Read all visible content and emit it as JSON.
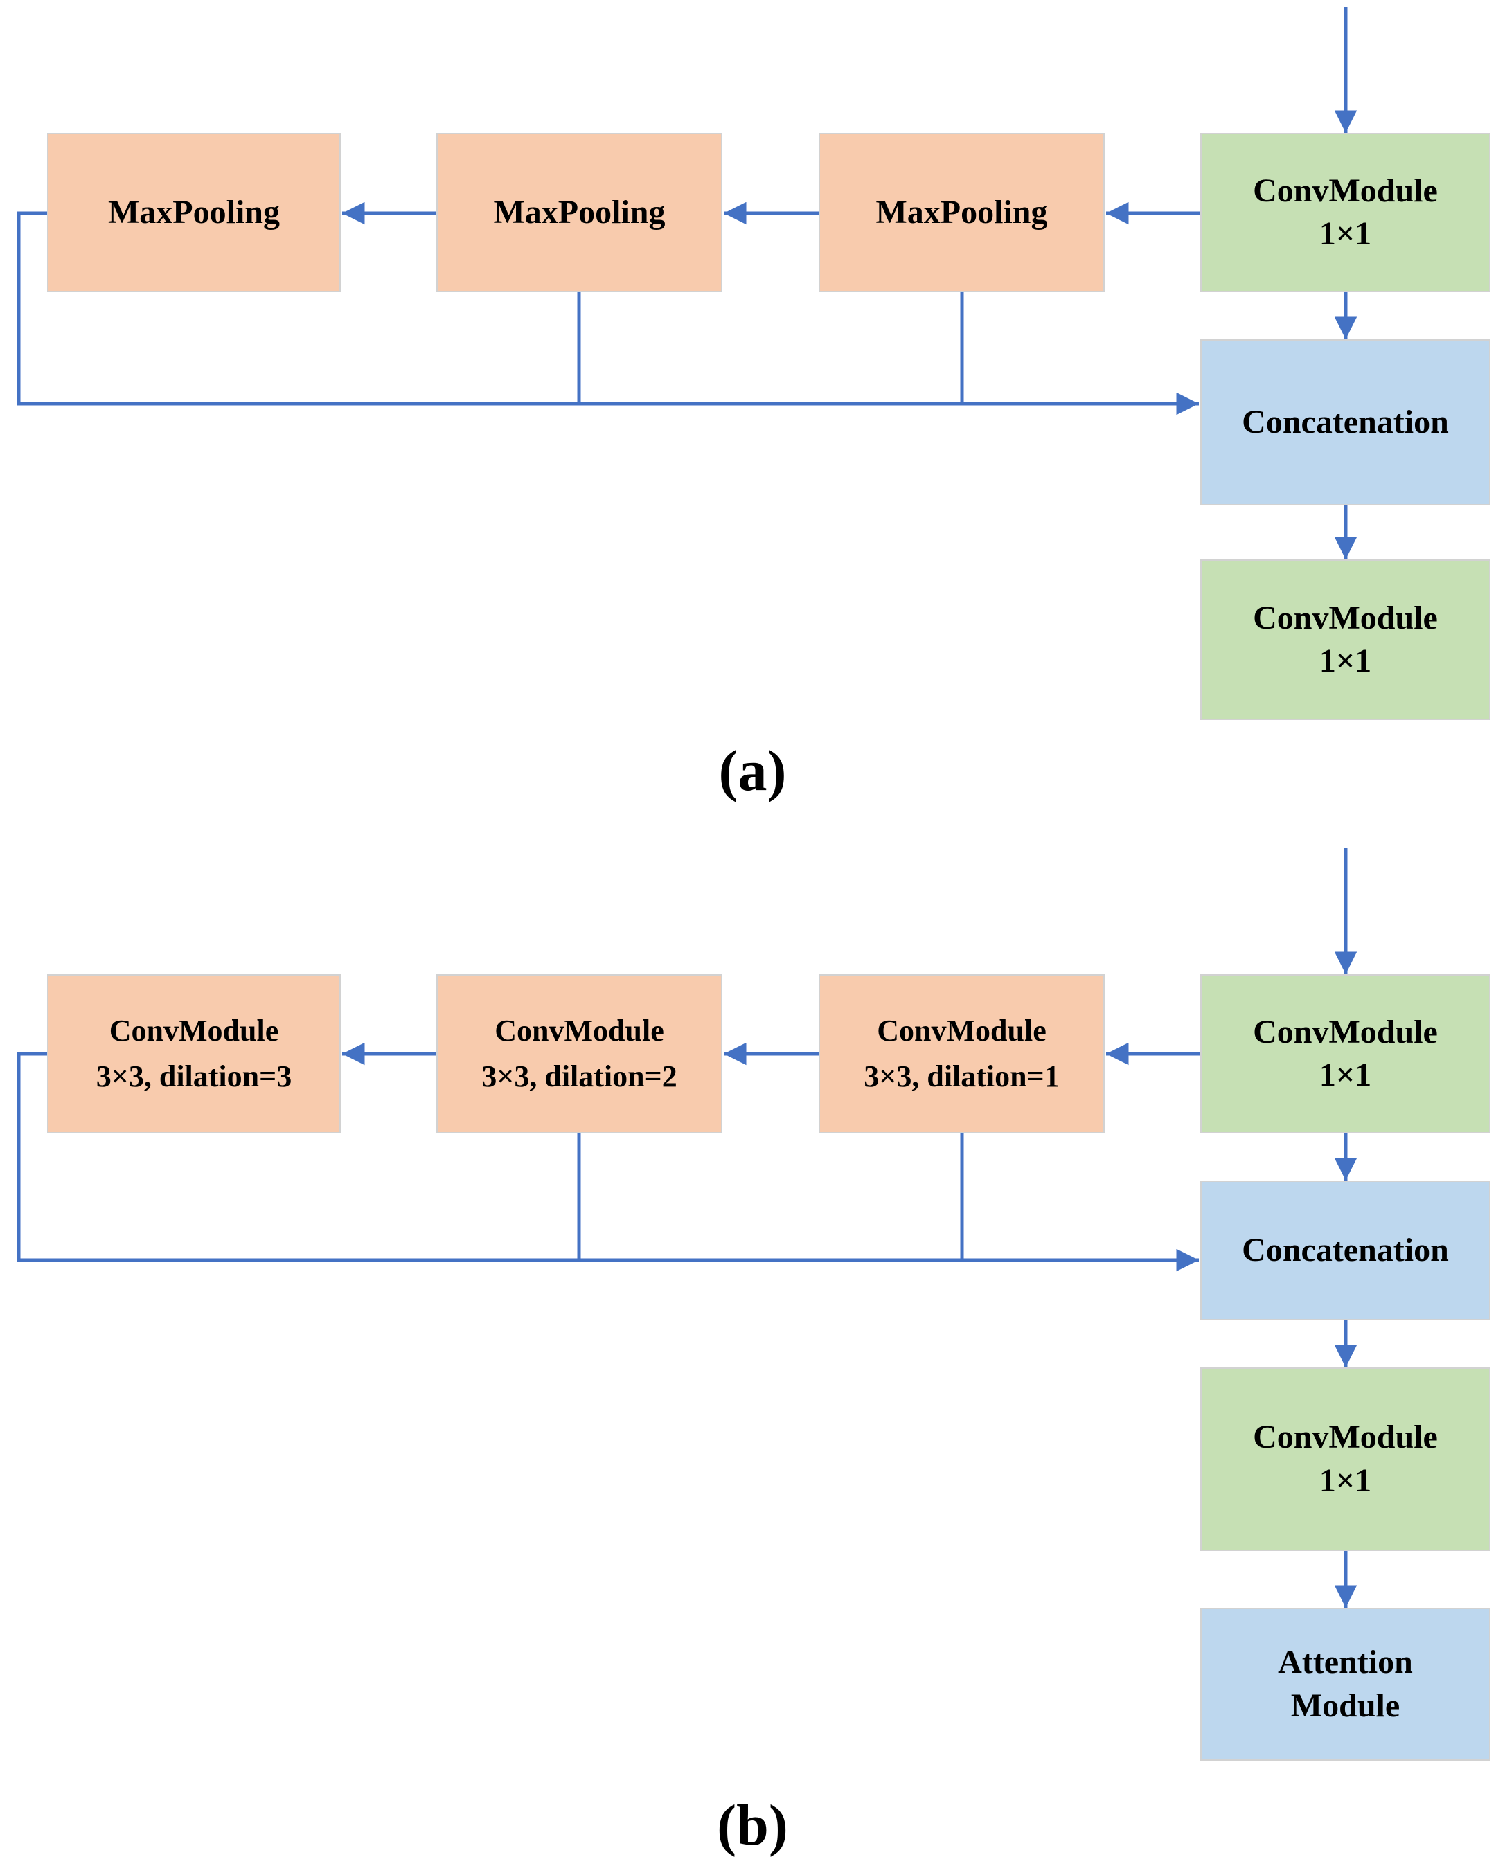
{
  "figure": {
    "panel_a": {
      "caption": "(a)",
      "maxpool1": "MaxPooling",
      "maxpool2": "MaxPooling",
      "maxpool3": "MaxPooling",
      "conv_in": {
        "line1": "ConvModule",
        "line2": "1×1"
      },
      "concat": "Concatenation",
      "conv_out": {
        "line1": "ConvModule",
        "line2": "1×1"
      }
    },
    "panel_b": {
      "caption": "(b)",
      "dilation3": {
        "line1": "ConvModule",
        "line2": "3×3, dilation=3"
      },
      "dilation2": {
        "line1": "ConvModule",
        "line2": "3×3, dilation=2"
      },
      "dilation1": {
        "line1": "ConvModule",
        "line2": "3×3, dilation=1"
      },
      "conv_in": {
        "line1": "ConvModule",
        "line2": "1×1"
      },
      "concat": "Concatenation",
      "conv_mid": {
        "line1": "ConvModule",
        "line2": "1×1"
      },
      "attention": {
        "line1": "Attention",
        "line2": "Module"
      }
    },
    "colors": {
      "pooling_box_fill": "#F8CBAD",
      "conv_box_fill": "#C6E0B4",
      "merge_box_fill": "#BDD7EE",
      "box_border": "#D2D2D2",
      "arrow": "#4472C4",
      "label_text": "#000000"
    }
  }
}
